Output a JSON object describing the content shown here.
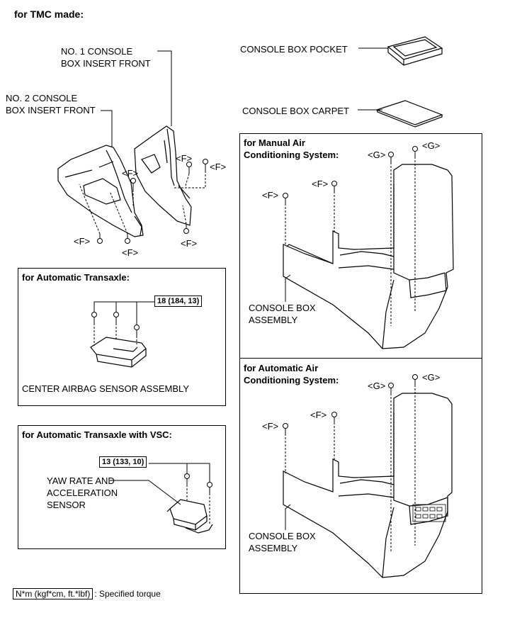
{
  "header": {
    "title": "for TMC made:"
  },
  "parts": {
    "no1_insert": [
      "NO. 1 CONSOLE",
      "BOX INSERT FRONT"
    ],
    "no2_insert": [
      "NO. 2 CONSOLE",
      "BOX INSERT FRONT"
    ],
    "pocket": "CONSOLE BOX POCKET",
    "carpet": "CONSOLE BOX CARPET",
    "console_box_assembly": [
      "CONSOLE BOX",
      "ASSEMBLY"
    ],
    "airbag_sensor": "CENTER AIRBAG SENSOR ASSEMBLY",
    "yaw_sensor": [
      "YAW RATE AND",
      "ACCELERATION",
      "SENSOR"
    ]
  },
  "fasteners": {
    "f": "<F>",
    "g": "<G>"
  },
  "panels": {
    "manual_ac": [
      "for Manual Air",
      "Conditioning System:"
    ],
    "auto_ac": [
      "for Automatic Air",
      "Conditioning System:"
    ],
    "auto_transaxle": "for Automatic Transaxle:",
    "auto_transaxle_vsc": "for Automatic Transaxle with VSC:"
  },
  "torques": {
    "airbag": "18 (184, 13)",
    "yaw": "13 (133, 10)"
  },
  "legend": {
    "units": "N*m (kgf*cm, ft.*lbf)",
    "text": ": Specified torque"
  }
}
